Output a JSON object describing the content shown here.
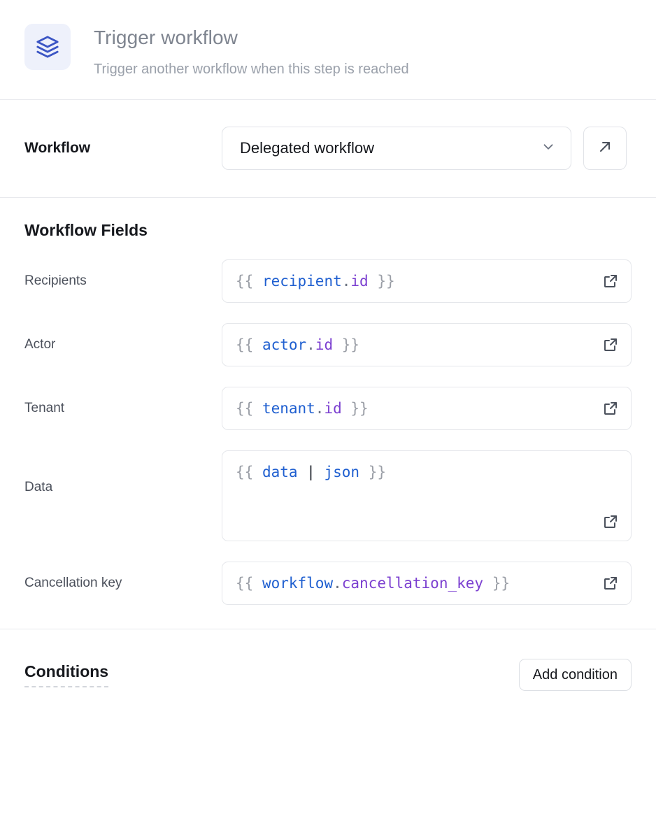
{
  "header": {
    "icon": "layers-stack-icon",
    "title": "Trigger workflow",
    "subtitle": "Trigger another workflow when this step is reached",
    "icon_color": "#3b55c4",
    "icon_bg": "#eef1fb"
  },
  "workflow": {
    "label": "Workflow",
    "selected": "Delegated workflow",
    "dropdown_icon": "chevron-down-icon",
    "open_icon": "arrow-up-right-icon"
  },
  "fields_section": {
    "heading": "Workflow Fields",
    "expand_icon": "external-link-icon",
    "fields": [
      {
        "label": "Recipients",
        "value": "{{ recipient.id }}",
        "multiline": false,
        "tokens": [
          {
            "t": "{{ ",
            "k": "brace"
          },
          {
            "t": "recipient",
            "k": "obj"
          },
          {
            "t": ".",
            "k": "dot"
          },
          {
            "t": "id",
            "k": "prop"
          },
          {
            "t": " }}",
            "k": "brace"
          }
        ]
      },
      {
        "label": "Actor",
        "value": "{{ actor.id }}",
        "multiline": false,
        "tokens": [
          {
            "t": "{{ ",
            "k": "brace"
          },
          {
            "t": "actor",
            "k": "obj"
          },
          {
            "t": ".",
            "k": "dot"
          },
          {
            "t": "id",
            "k": "prop"
          },
          {
            "t": " }}",
            "k": "brace"
          }
        ]
      },
      {
        "label": "Tenant",
        "value": "{{ tenant.id }}",
        "multiline": false,
        "tokens": [
          {
            "t": "{{ ",
            "k": "brace"
          },
          {
            "t": "tenant",
            "k": "obj"
          },
          {
            "t": ".",
            "k": "dot"
          },
          {
            "t": "id",
            "k": "prop"
          },
          {
            "t": " }}",
            "k": "brace"
          }
        ]
      },
      {
        "label": "Data",
        "value": "{{ data | json }}",
        "multiline": true,
        "tokens": [
          {
            "t": "{{ ",
            "k": "brace"
          },
          {
            "t": "data",
            "k": "obj"
          },
          {
            "t": " ",
            "k": "brace"
          },
          {
            "t": "|",
            "k": "pipe"
          },
          {
            "t": " ",
            "k": "brace"
          },
          {
            "t": "json",
            "k": "filter"
          },
          {
            "t": " }}",
            "k": "brace"
          }
        ]
      },
      {
        "label": "Cancellation key",
        "value": "{{ workflow.cancellation_key }}",
        "multiline": false,
        "tokens": [
          {
            "t": "{{ ",
            "k": "brace"
          },
          {
            "t": "workflow",
            "k": "obj"
          },
          {
            "t": ".",
            "k": "dot"
          },
          {
            "t": "cancellation_key",
            "k": "prop"
          },
          {
            "t": " }}",
            "k": "brace"
          }
        ]
      }
    ]
  },
  "conditions": {
    "title": "Conditions",
    "add_label": "Add condition"
  }
}
